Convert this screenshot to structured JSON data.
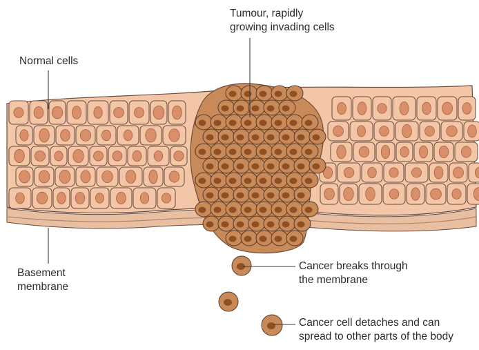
{
  "labels": {
    "tumour": [
      "Tumour, rapidly",
      "growing invading cells"
    ],
    "normal": [
      "Normal cells"
    ],
    "basement": [
      "Basement",
      "membrane"
    ],
    "breaks": [
      "Cancer breaks through",
      "the membrane"
    ],
    "detaches": [
      "Cancer cell detaches and can",
      "spread to other parts of the body"
    ]
  },
  "colors": {
    "normal_fill": "#f3c6a8",
    "normal_edge": "#6b4a3a",
    "normal_nucleus": "#d98f6a",
    "tumour_fill": "#c98a5a",
    "tumour_nucleus": "#8f4f22",
    "membrane": "#e8bfa0",
    "leader": "#3a3a3a"
  }
}
